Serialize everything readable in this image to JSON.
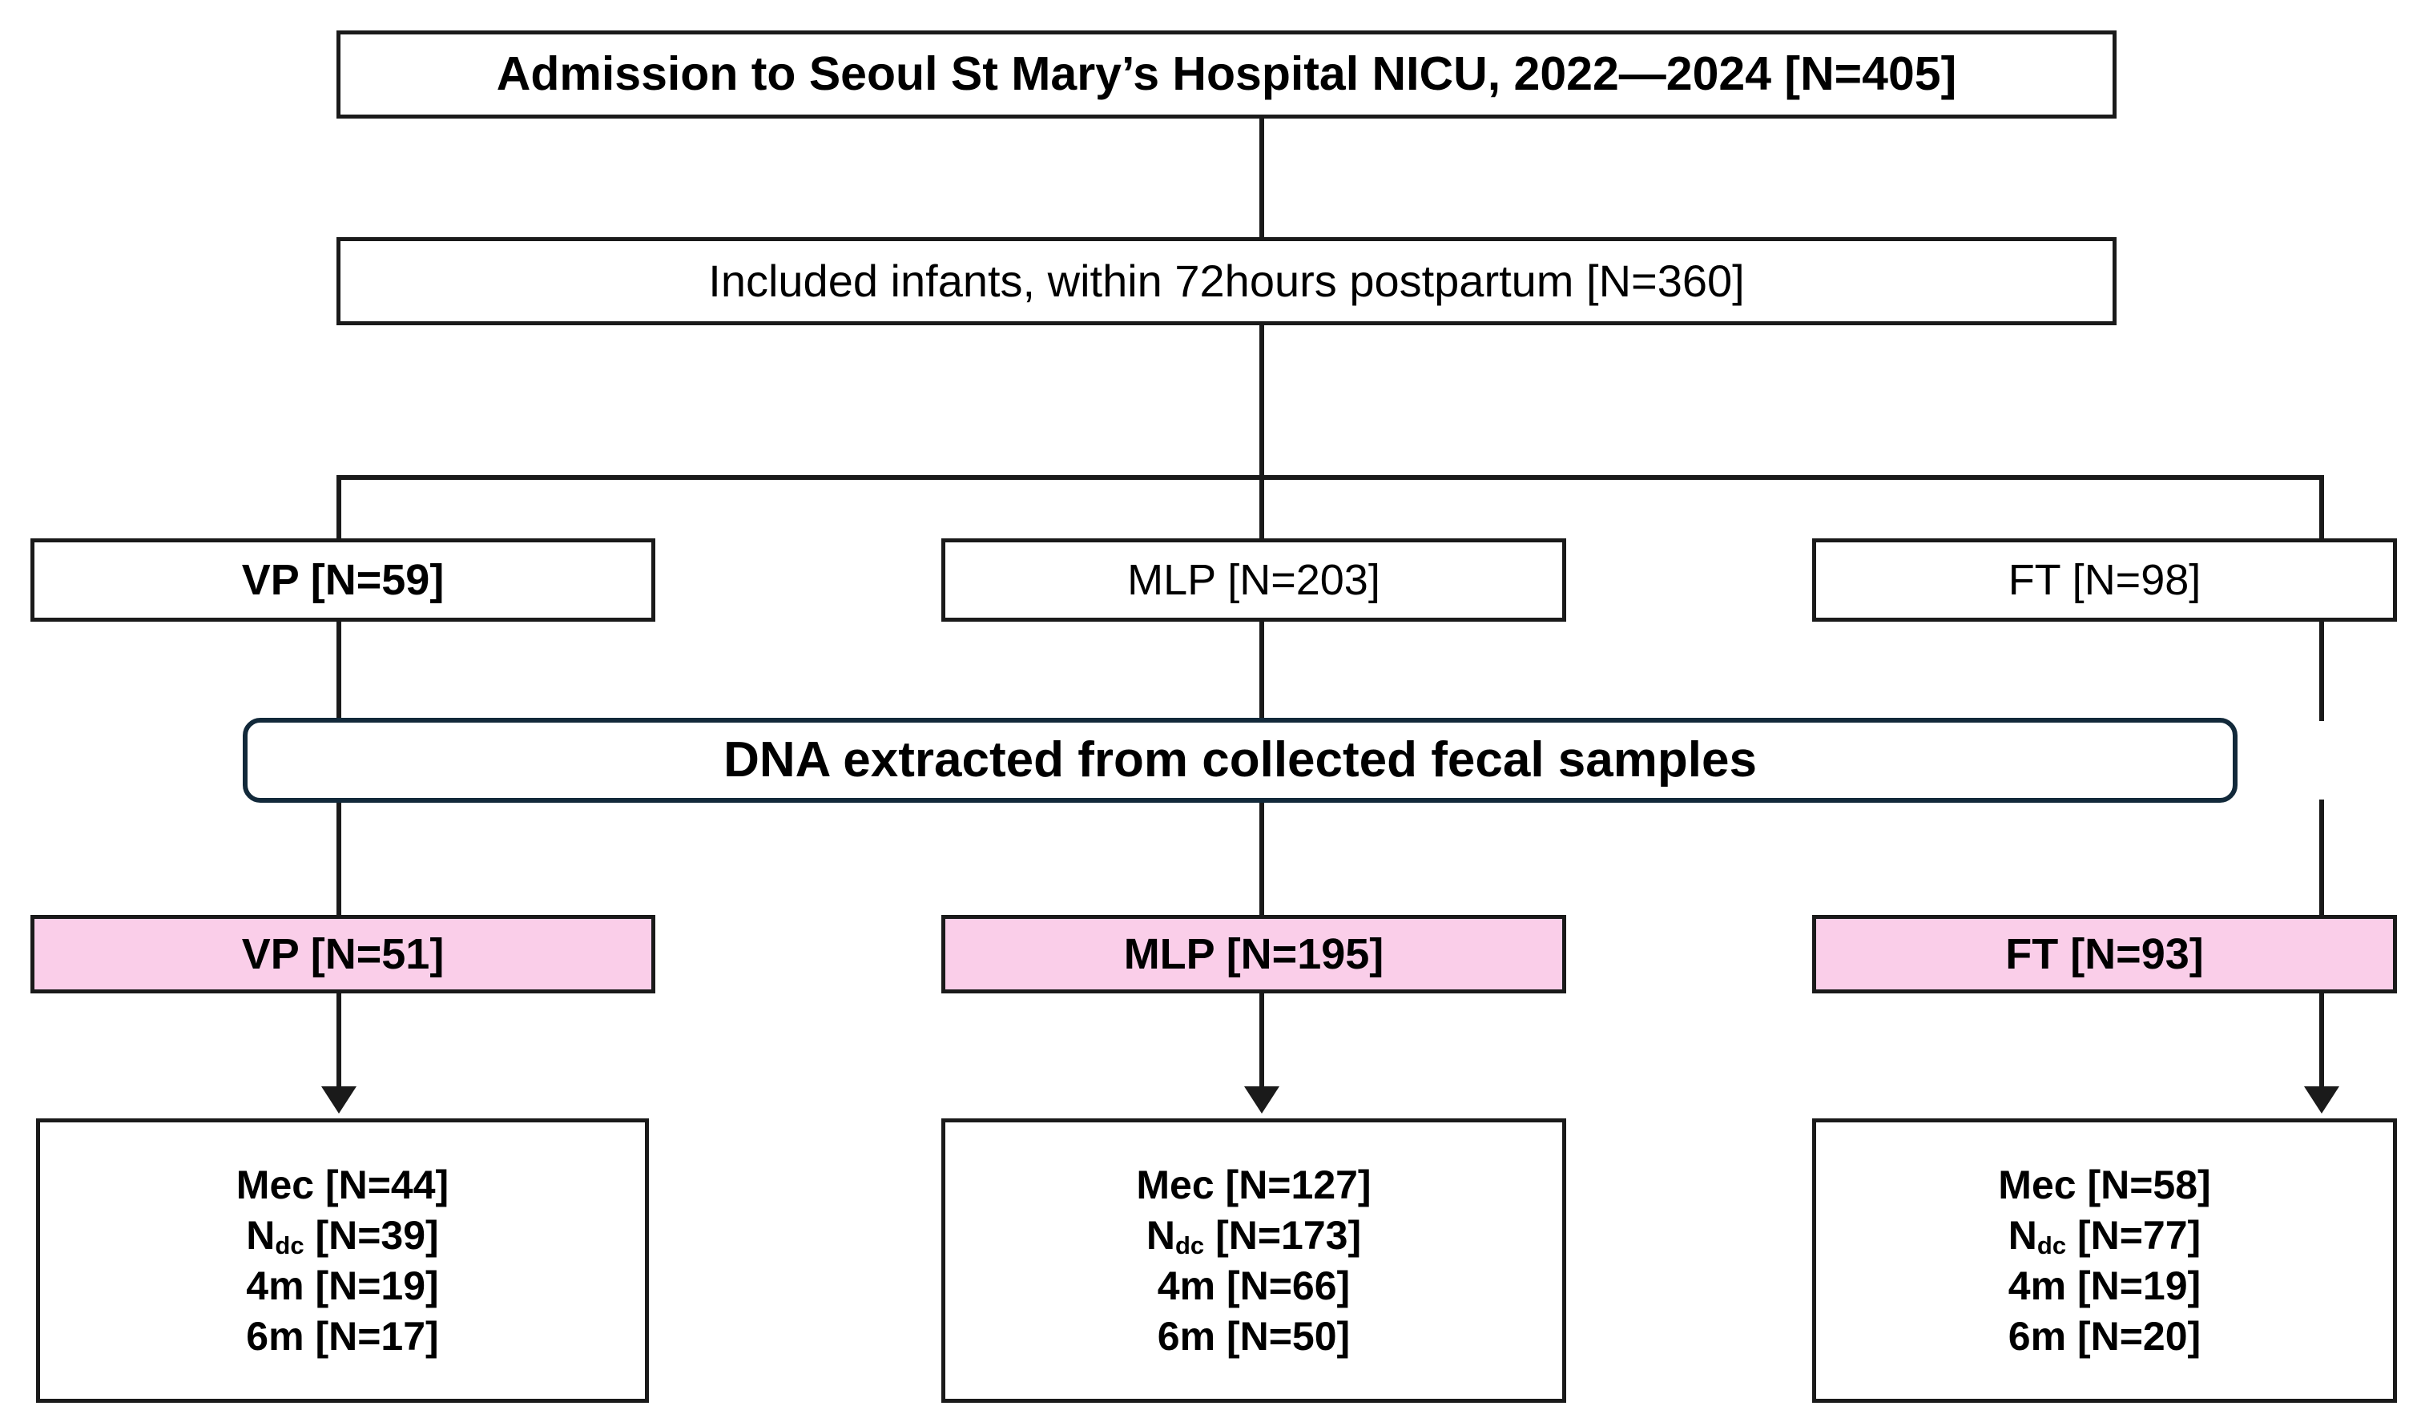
{
  "chart_data": {
    "type": "diagram",
    "title": "Study enrollment flow diagram",
    "nodes": [
      {
        "id": "admission",
        "label": "Admission to Seoul St Mary’s Hospital NICU, 2022—2024 [N=405]",
        "n": 405
      },
      {
        "id": "included",
        "label": "Included infants, within 72hours postpartum [N=360]",
        "n": 360
      },
      {
        "id": "vp_total",
        "label": "VP [N=59]",
        "n": 59
      },
      {
        "id": "mlp_total",
        "label": "MLP [N=203]",
        "n": 203
      },
      {
        "id": "ft_total",
        "label": "FT [N=98]",
        "n": 98
      },
      {
        "id": "dna",
        "label": "DNA extracted from collected fecal samples"
      },
      {
        "id": "vp_dna",
        "label": "VP [N=51]",
        "n": 51
      },
      {
        "id": "mlp_dna",
        "label": "MLP [N=195]",
        "n": 195
      },
      {
        "id": "ft_dna",
        "label": "FT [N=93]",
        "n": 93
      }
    ],
    "outcome_counts": {
      "VP": {
        "Mec": 44,
        "Ndc": 39,
        "4m": 19,
        "6m": 17
      },
      "MLP": {
        "Mec": 127,
        "Ndc": 173,
        "4m": 66,
        "6m": 50
      },
      "FT": {
        "Mec": 58,
        "Ndc": 77,
        "4m": 19,
        "6m": 20
      }
    }
  },
  "flowchart": {
    "admission": {
      "text": "Admission to Seoul St Mary’s Hospital NICU, 2022—2024 [N=405]"
    },
    "included": {
      "text": "Included infants, within 72hours postpartum [N=360]"
    },
    "dna": {
      "text": "DNA extracted from collected fecal samples"
    },
    "groups_total": [
      {
        "label": "VP [N=59]"
      },
      {
        "label": "MLP [N=203]"
      },
      {
        "label": "FT [N=98]"
      }
    ],
    "groups_dna": [
      {
        "label": "VP [N=51]"
      },
      {
        "label": "MLP [N=195]"
      },
      {
        "label": "FT [N=93]"
      }
    ],
    "outcomes": [
      {
        "group": "VP",
        "lines": [
          {
            "prefix": "Mec",
            "sub": "",
            "value": " [N=44]"
          },
          {
            "prefix": "N",
            "sub": "dc",
            "value": " [N=39]"
          },
          {
            "prefix": "4m",
            "sub": "",
            "value": "  [N=19]"
          },
          {
            "prefix": "6m",
            "sub": "",
            "value": "  [N=17]"
          }
        ]
      },
      {
        "group": "MLP",
        "lines": [
          {
            "prefix": "Mec",
            "sub": "",
            "value": " [N=127]"
          },
          {
            "prefix": "N",
            "sub": "dc",
            "value": " [N=173]"
          },
          {
            "prefix": "4m",
            "sub": "",
            "value": "  [N=66]"
          },
          {
            "prefix": "6m",
            "sub": "",
            "value": "  [N=50]"
          }
        ]
      },
      {
        "group": "FT",
        "lines": [
          {
            "prefix": "Mec",
            "sub": "",
            "value": " [N=58]"
          },
          {
            "prefix": "N",
            "sub": "dc",
            "value": " [N=77]"
          },
          {
            "prefix": "4m",
            "sub": "",
            "value": "  [N=19]"
          },
          {
            "prefix": "6m",
            "sub": "",
            "value": "  [N=20]"
          }
        ]
      }
    ]
  },
  "colors": {
    "line": "#1a1a1a",
    "box_border": "#1a1a1a",
    "dna_border": "#12293a",
    "pink_fill": "#facee9",
    "background": "#ffffff",
    "text": "#000000"
  }
}
